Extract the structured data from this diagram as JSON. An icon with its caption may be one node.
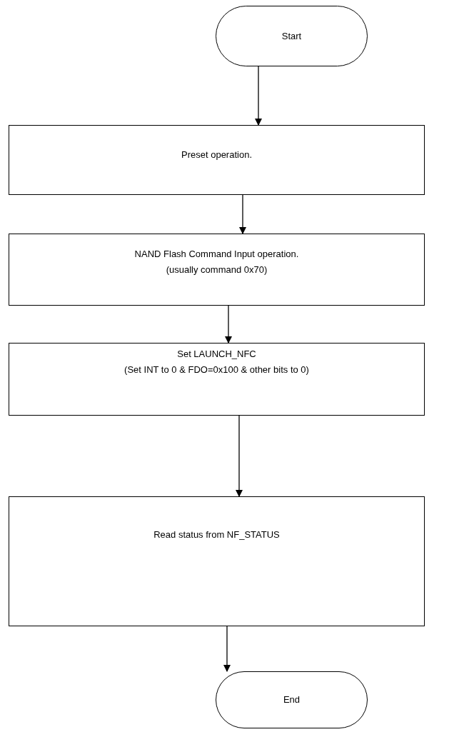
{
  "diagram": {
    "nodes": [
      {
        "text": [
          "Start"
        ]
      },
      {
        "text": [
          "Preset operation."
        ]
      },
      {
        "text": [
          "NAND Flash Command Input operation.",
          "(usually command 0x70)"
        ]
      },
      {
        "text": [
          "Set LAUNCH_NFC",
          "(Set INT to 0 & FDO=0x100 & other bits to 0)"
        ]
      },
      {
        "text": [
          "Read status from NF_STATUS"
        ]
      },
      {
        "text": [
          "End"
        ]
      }
    ],
    "edges": [
      {
        "from": 0,
        "to": 1,
        "arrow": "to"
      },
      {
        "from": 1,
        "to": 2,
        "arrow": "to"
      },
      {
        "from": 2,
        "to": 3,
        "arrow": "to"
      },
      {
        "from": 3,
        "to": 4,
        "arrow": "to"
      },
      {
        "from": 4,
        "to": 5,
        "arrow": "to"
      }
    ]
  }
}
